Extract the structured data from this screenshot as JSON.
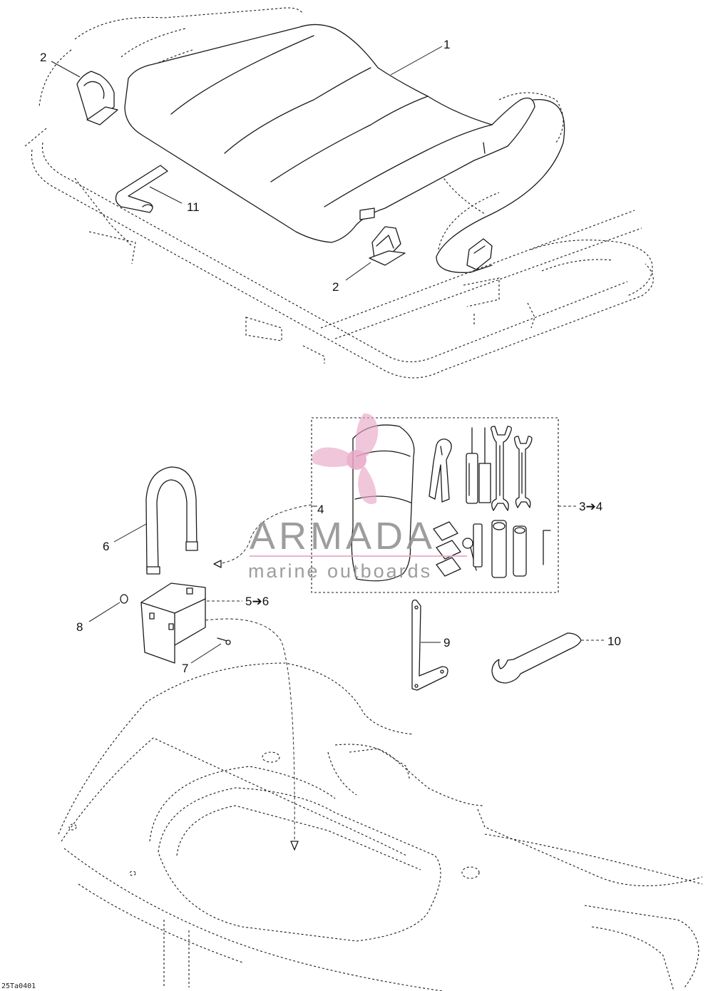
{
  "callouts": {
    "c1": "1",
    "c2a": "2",
    "c2b": "2",
    "c11": "11",
    "c3_4": "3➔4",
    "c4": "4",
    "c5_6": "5➔6",
    "c6": "6",
    "c7": "7",
    "c8": "8",
    "c9": "9",
    "c10": "10"
  },
  "drawing_ref": "25Ta0401",
  "watermark": {
    "brand": "ARMADA",
    "tagline": "marine outboards",
    "colors": {
      "pink": "#e8a6c6",
      "gray": "#8c8c8c"
    }
  },
  "colors": {
    "line": "#1a1a1a",
    "background": "#ffffff"
  }
}
